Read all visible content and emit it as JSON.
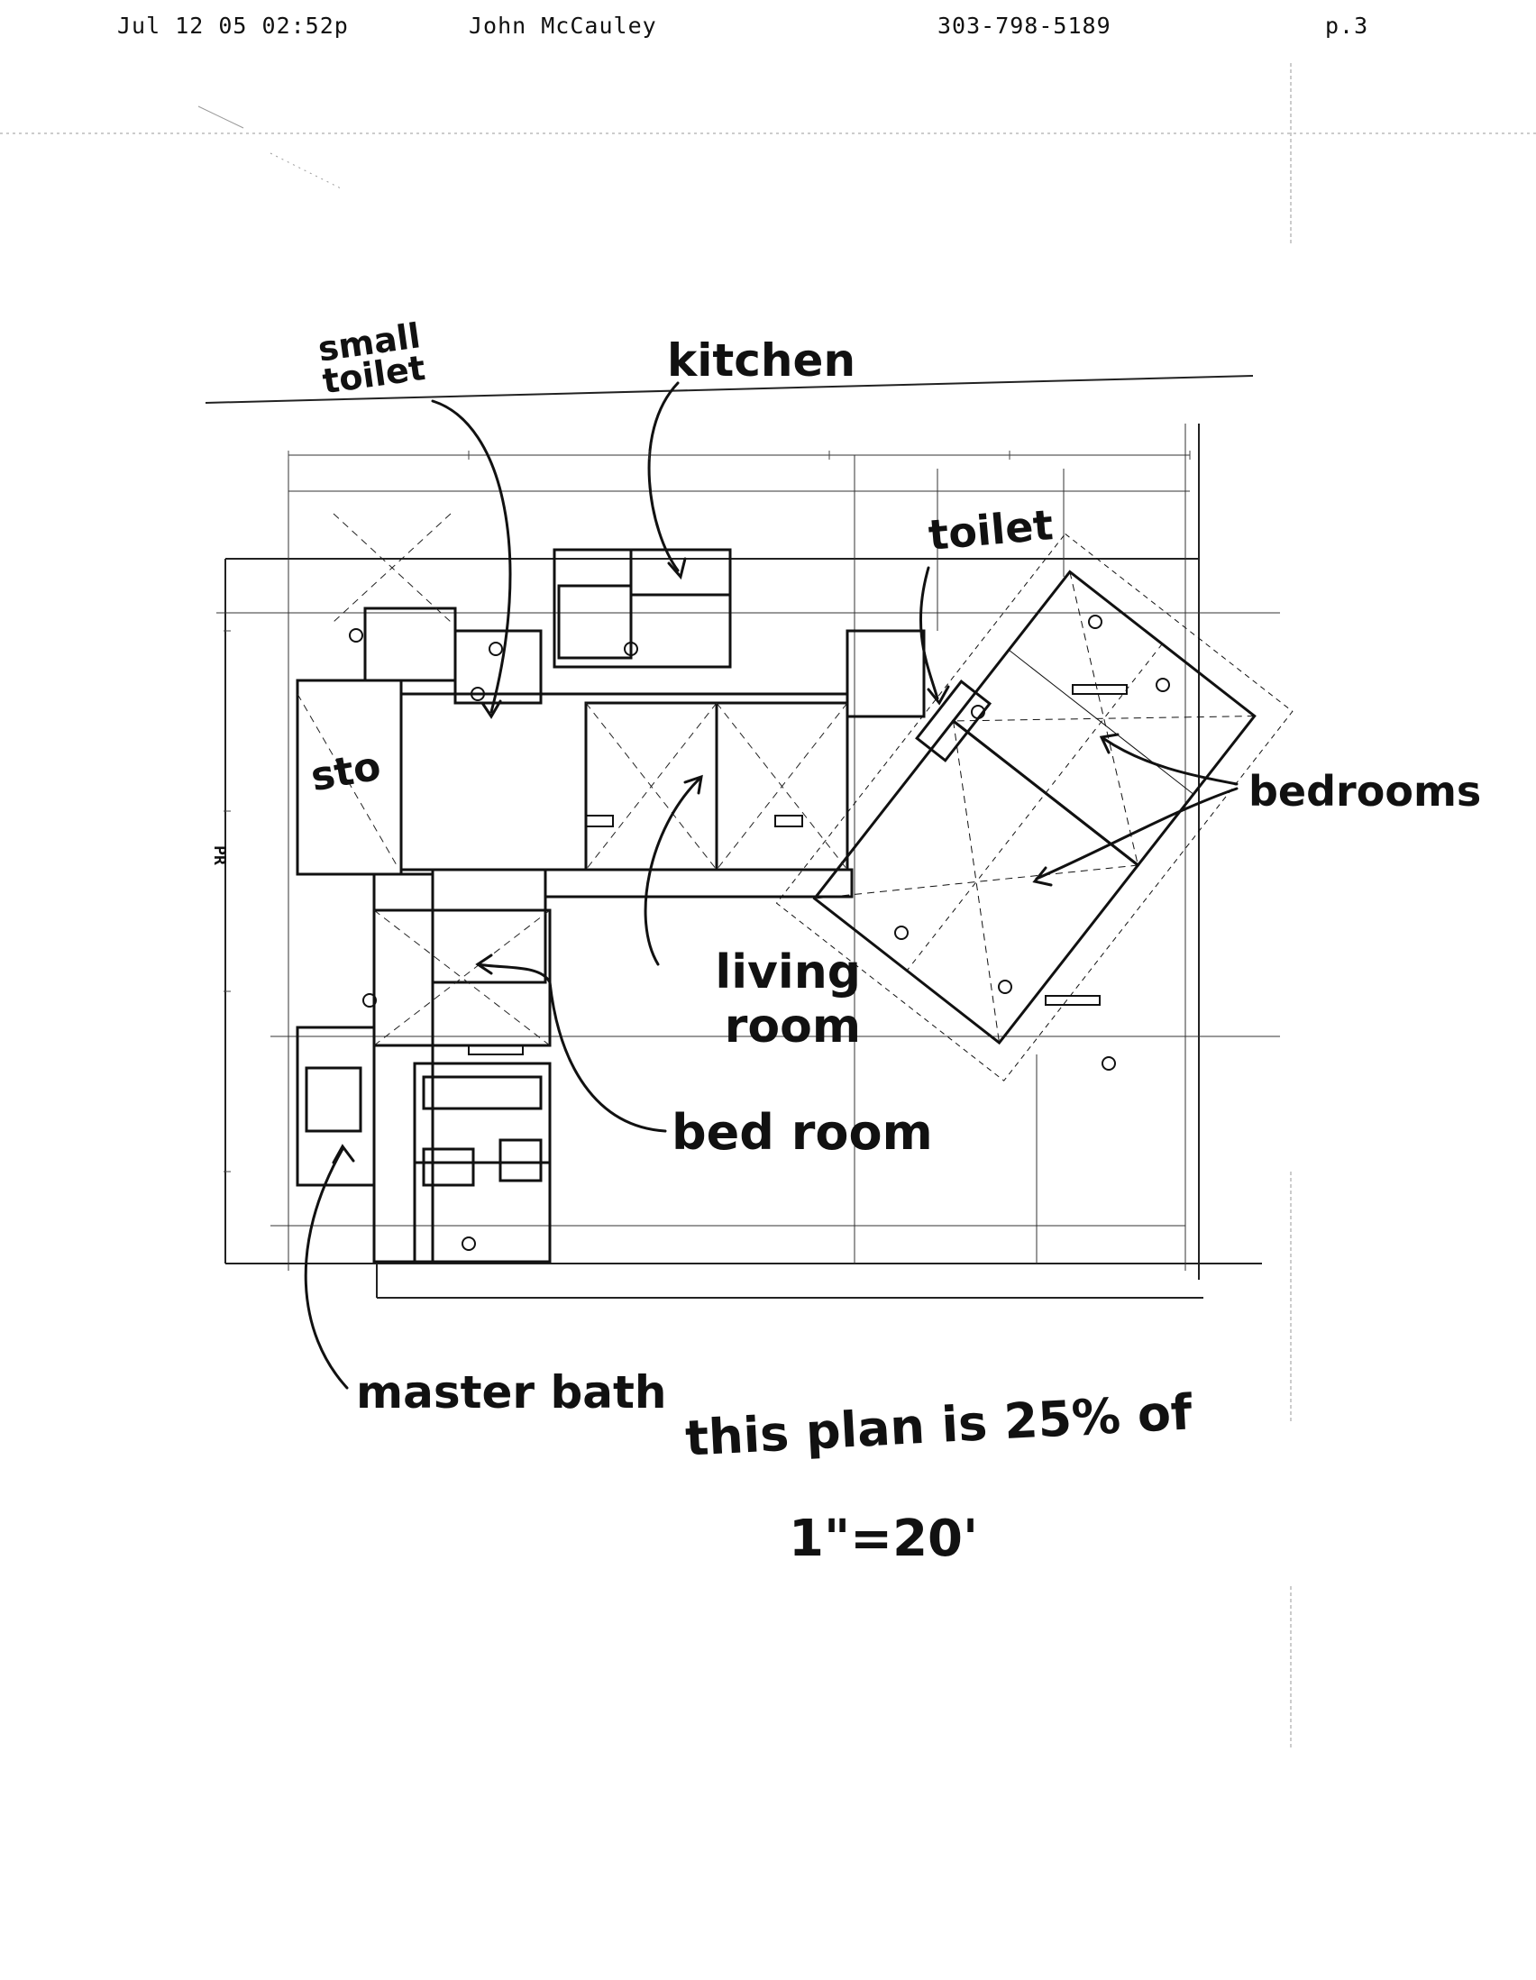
{
  "fax_header": {
    "date_time": "Jul 12 05 02:52p",
    "sender": "John McCauley",
    "phone": "303-798-5189",
    "page": "p.3"
  },
  "annotations": {
    "small_toilet": "small toilet",
    "kitchen": "kitchen",
    "toilet": "toilet",
    "bedrooms": "bedrooms",
    "sto": "sto",
    "living_room": "living room",
    "bed_room": "bed room",
    "master_bath": "master bath",
    "scale_note_line1": "this plan is 25% of",
    "scale_note_line2": "1\"=20'"
  },
  "plan_margin_text": "PR"
}
